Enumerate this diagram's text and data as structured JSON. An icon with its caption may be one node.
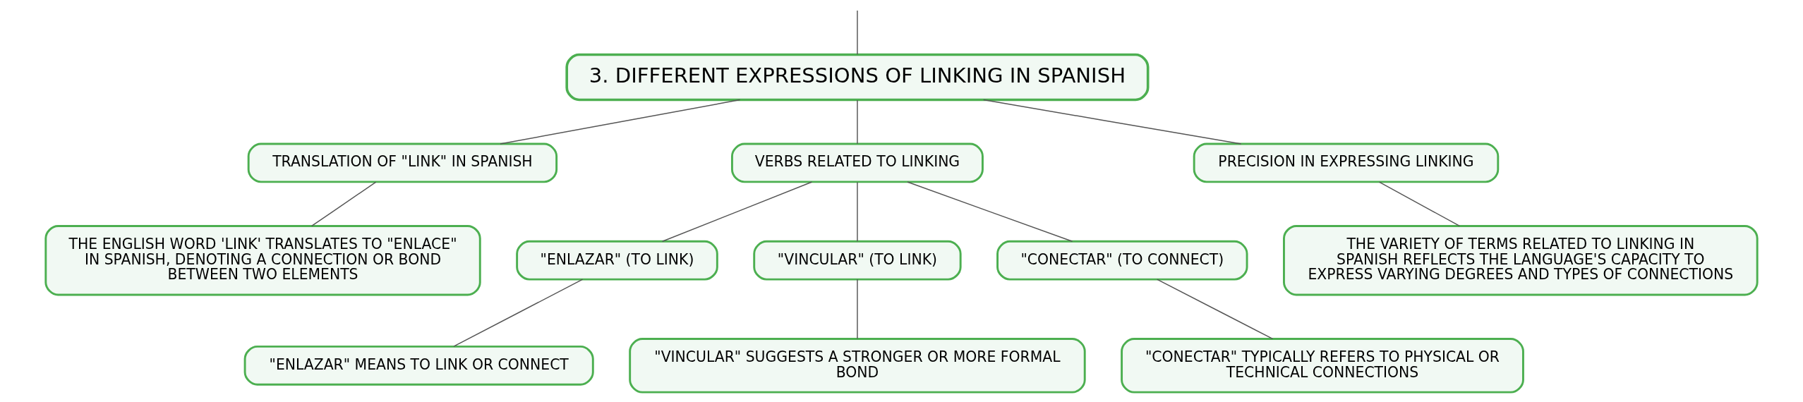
{
  "diagram": {
    "nodes": [
      {
        "text": [
          "3. DIFFERENT EXPRESSIONS OF LINKING IN SPANISH"
        ]
      },
      {
        "text": [
          "TRANSLATION OF \"LINK\" IN SPANISH"
        ]
      },
      {
        "text": [
          "THE ENGLISH WORD 'LINK' TRANSLATES TO \"ENLACE\" IN SPANISH, DENOTING A CONNECTION OR BOND BETWEEN TWO ELEMENTS"
        ]
      },
      {
        "text": [
          "VERBS RELATED TO LINKING"
        ]
      },
      {
        "text": [
          "\"ENLAZAR\" (TO LINK)"
        ]
      },
      {
        "text": [
          "\"ENLAZAR\" MEANS TO LINK OR CONNECT"
        ]
      },
      {
        "text": [
          "\"VINCULAR\" (TO LINK)"
        ]
      },
      {
        "text": [
          "\"VINCULAR\" SUGGESTS A STRONGER OR MORE FORMAL BOND"
        ]
      },
      {
        "text": [
          "\"CONECTAR\" (TO CONNECT)"
        ]
      },
      {
        "text": [
          "\"CONECTAR\" TYPICALLY REFERS TO PHYSICAL OR TECHNICAL CONNECTIONS"
        ]
      },
      {
        "text": [
          "PRECISION IN EXPRESSING LINKING"
        ]
      },
      {
        "text": [
          "THE VARIETY OF TERMS RELATED TO LINKING IN SPANISH REFLECTS THE LANGUAGE'S CAPACITY TO EXPRESS VARYING DEGREES AND TYPES OF CONNECTIONS"
        ]
      }
    ],
    "edges": [
      {
        "from": null,
        "to": 0,
        "arrow": "none"
      },
      {
        "from": 0,
        "to": 1,
        "arrow": "none"
      },
      {
        "from": 1,
        "to": 2,
        "arrow": "none"
      },
      {
        "from": 0,
        "to": 3,
        "arrow": "none"
      },
      {
        "from": 3,
        "to": 4,
        "arrow": "none"
      },
      {
        "from": 4,
        "to": 5,
        "arrow": "none"
      },
      {
        "from": 3,
        "to": 6,
        "arrow": "none"
      },
      {
        "from": 6,
        "to": 7,
        "arrow": "none"
      },
      {
        "from": 3,
        "to": 8,
        "arrow": "none"
      },
      {
        "from": 8,
        "to": 9,
        "arrow": "none"
      },
      {
        "from": 0,
        "to": 10,
        "arrow": "none"
      },
      {
        "from": 10,
        "to": 11,
        "arrow": "none"
      }
    ]
  }
}
